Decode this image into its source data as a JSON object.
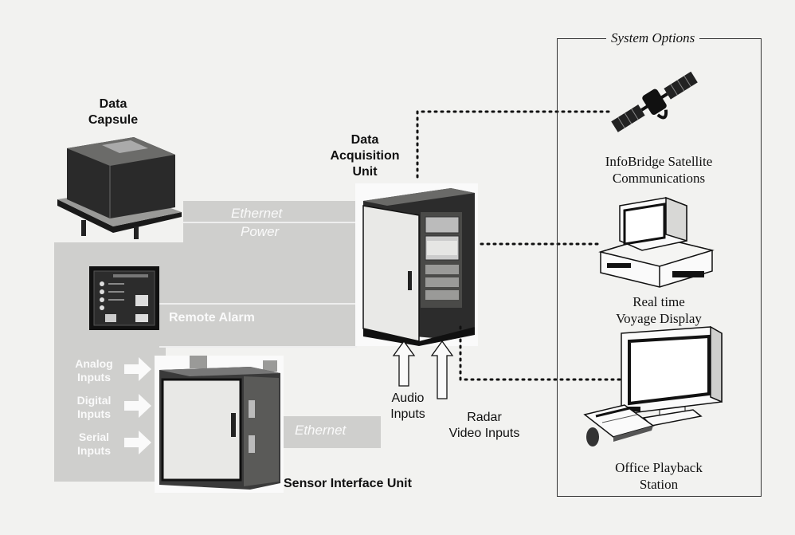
{
  "labels": {
    "data_capsule": "Data\nCapsule",
    "data_acquisition_unit": "Data\nAcquisition\nUnit",
    "sensor_interface_unit": "Sensor Interface Unit",
    "audio_inputs": "Audio\nInputs",
    "radar_video_inputs": "Radar\nVideo Inputs"
  },
  "connections": {
    "ethernet_top": "Ethernet",
    "power": "Power",
    "remote_alarm": "Remote Alarm",
    "ethernet_bottom": "Ethernet"
  },
  "inputs": [
    {
      "label": "Analog\nInputs"
    },
    {
      "label": "Digital\nInputs"
    },
    {
      "label": "Serial\nInputs"
    }
  ],
  "system_options": {
    "title": "System Options",
    "items": [
      {
        "name": "satellite",
        "label": "InfoBridge Satellite\nCommunications",
        "icon": "satellite-icon"
      },
      {
        "name": "realtime-display",
        "label": "Real time\nVoyage Display",
        "icon": "desktop-computer-icon"
      },
      {
        "name": "office-playback",
        "label": "Office Playback\nStation",
        "icon": "monitor-keyboard-icon"
      }
    ]
  }
}
